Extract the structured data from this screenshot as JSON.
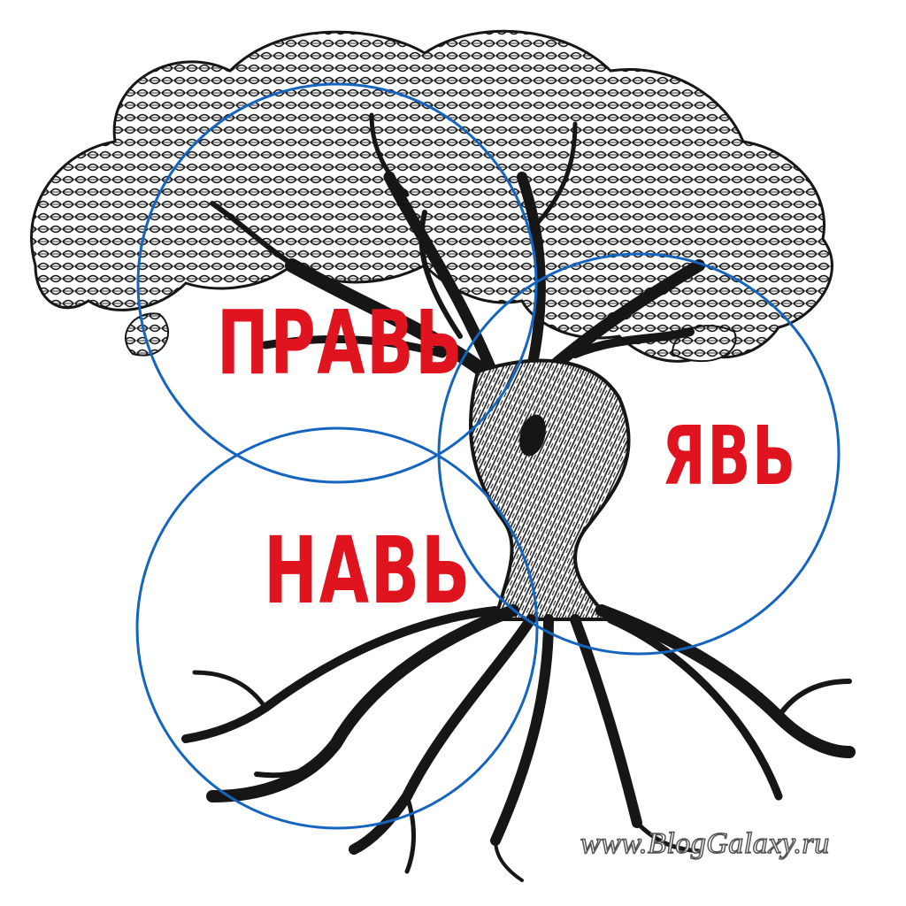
{
  "diagram": {
    "labels": {
      "prav": "ПРАВЬ",
      "yav": "ЯВЬ",
      "nav": "НАВЬ"
    },
    "watermark": "www.BlogGalaxy.ru",
    "colors": {
      "circle": "#1565c0",
      "label": "#e0141e",
      "ink": "#161616",
      "background": "#ffffff"
    },
    "icons": {
      "tree": "world-tree-icon"
    }
  }
}
